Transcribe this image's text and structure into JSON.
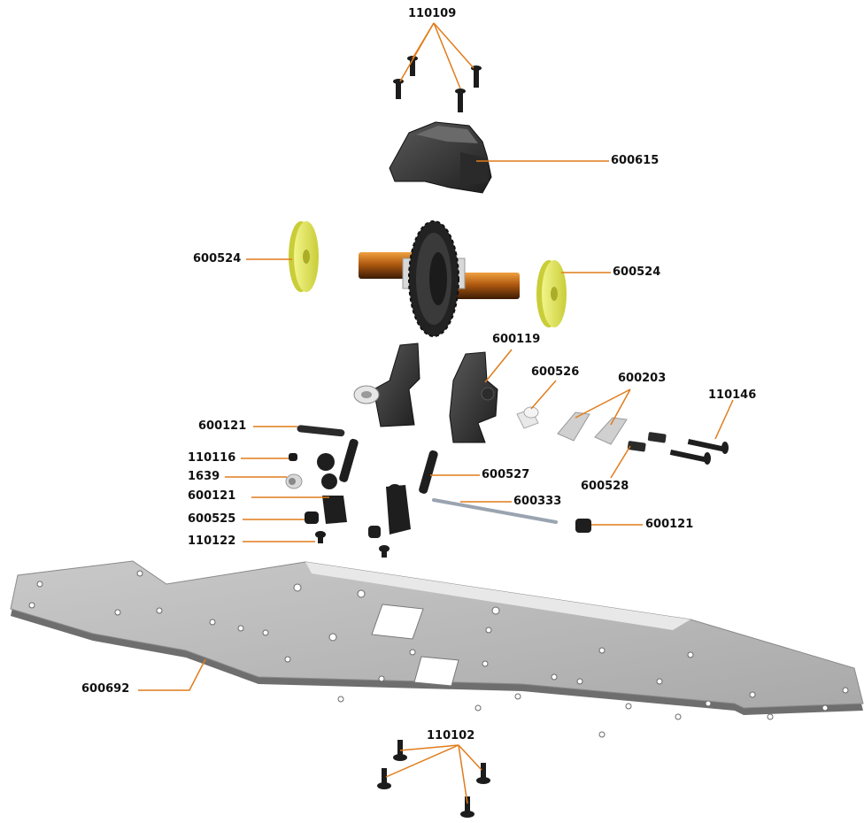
{
  "diagram": {
    "leader_color": "#e07c1a",
    "part_labels": {
      "screws_top": "110109",
      "cover": "600615",
      "pulley_left": "600524",
      "pulley_right": "600524",
      "bearing_holder_tag": "600119",
      "bushing": "600526",
      "plate_pair": "600203",
      "bolts_right": "110146",
      "link_left": "600121",
      "setscrew": "110116",
      "collar": "1639",
      "ball_end": "600121",
      "nut": "600525",
      "screw_small": "110122",
      "link_right": "600527",
      "pins": "600528",
      "shaft": "600333",
      "end_cap": "600121",
      "chassis": "600692",
      "screws_bottom": "110102"
    }
  }
}
